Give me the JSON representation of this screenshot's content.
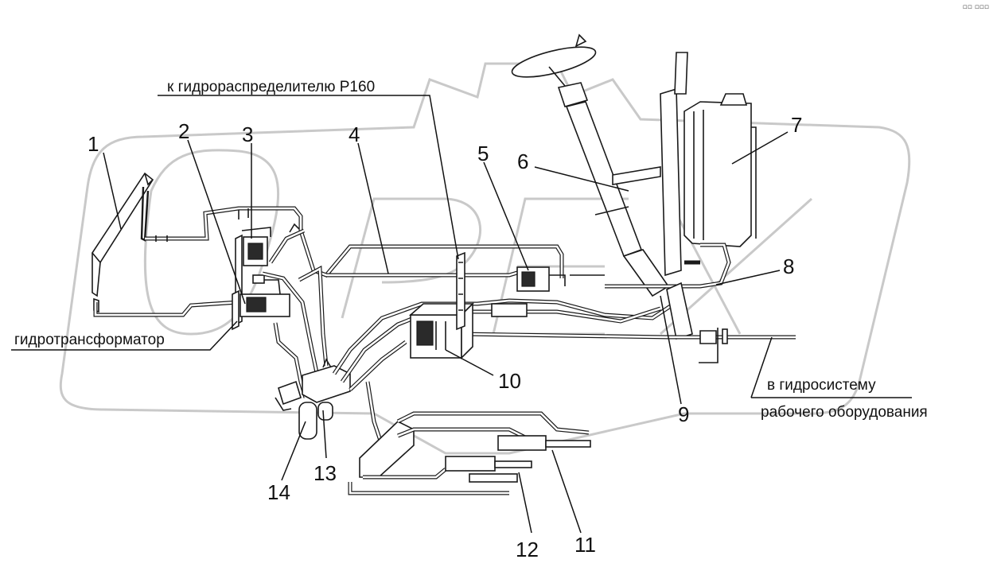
{
  "labels": {
    "p1": "1",
    "p2": "2",
    "p3": "3",
    "p4": "4",
    "p5": "5",
    "p6": "6",
    "p7": "7",
    "p8": "8",
    "p9": "9",
    "p10": "10",
    "p11": "11",
    "p12": "12",
    "p13": "13",
    "p14": "14"
  },
  "text": {
    "to_distributor": "к гидрораспределителю Р160",
    "torque_converter": "гидротрансформатор",
    "to_hydraulic_system_line1": "в гидросистему",
    "to_hydraulic_system_line2": "рабочего оборудования"
  },
  "watermark": "OPEX",
  "colors": {
    "line": "#1a1a1a",
    "watermark": "#c9c9c9",
    "background": "#ffffff"
  }
}
